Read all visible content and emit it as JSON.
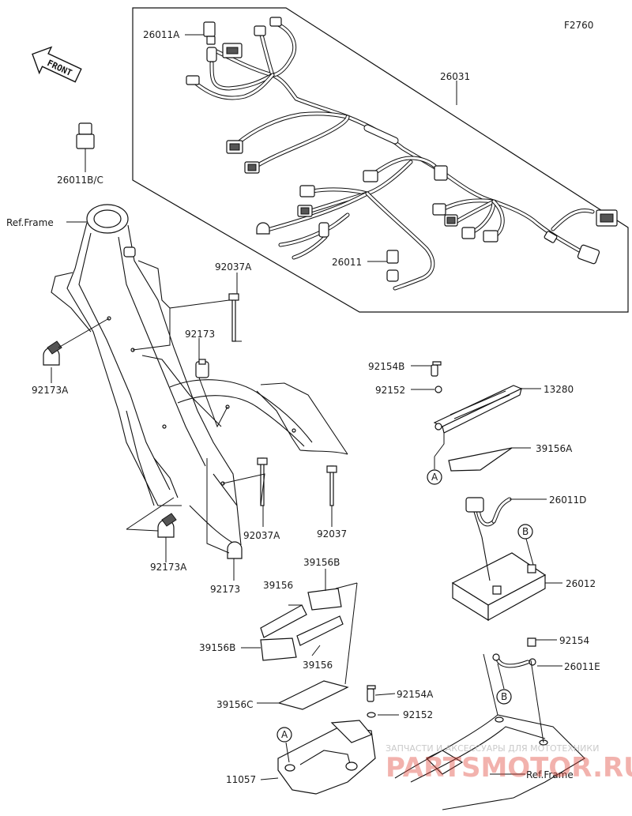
{
  "figure_code": "F2760",
  "front_arrow": "FRONT",
  "labels": {
    "l26011A": "26011A",
    "l26031": "26031",
    "l26011BC": "26011B/C",
    "refFrame1": "Ref.Frame",
    "l92037A_top": "92037A",
    "l92173_top": "92173",
    "l92173A_left": "92173A",
    "l26011": "26011",
    "l92154B": "92154B",
    "l92152_top": "92152",
    "l13280": "13280",
    "l39156A": "39156A",
    "markerA1": "A",
    "l26011D": "26011D",
    "markerB1": "B",
    "l26012": "26012",
    "l92154": "92154",
    "l26011E": "26011E",
    "markerB2": "B",
    "l92037A_bot": "92037A",
    "l92037": "92037",
    "l92173A_bot": "92173A",
    "l92173_bot": "92173",
    "l39156B_top": "39156B",
    "l39156_left": "39156",
    "l39156B_left": "39156B",
    "l39156_mid": "39156",
    "l39156C": "39156C",
    "l92154A": "92154A",
    "l92152_bot": "92152",
    "markerA2": "A",
    "l11057": "11057",
    "refFrame2": "Ref.Frame"
  },
  "watermark": {
    "small_text": "ЗАПЧАСТИ И АКСЕССУАРЫ ДЛЯ МОТОТЕХНИКИ",
    "logo_text": "PARTSMOTOR.RU",
    "color": "#e0463a"
  },
  "colors": {
    "ink": "#111111",
    "label": "#1a1a1a"
  }
}
